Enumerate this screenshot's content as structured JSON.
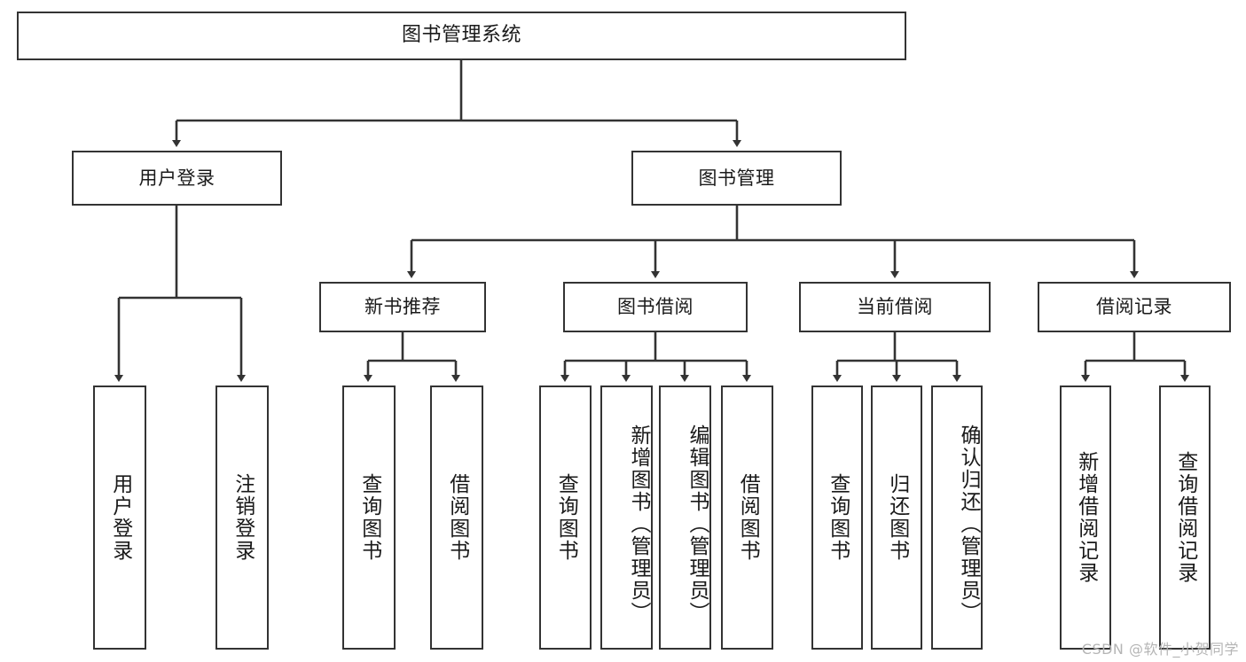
{
  "diagram": {
    "title": "图书管理系统",
    "watermark": "CSDN @软件_小贺同学",
    "root": {
      "label": "图书管理系统"
    },
    "level2": [
      {
        "label": "用户登录"
      },
      {
        "label": "图书管理"
      }
    ],
    "level3": [
      {
        "label": "新书推荐"
      },
      {
        "label": "图书借阅"
      },
      {
        "label": "当前借阅"
      },
      {
        "label": "借阅记录"
      }
    ],
    "leaves": {
      "user_login": [
        {
          "label": "用户登录"
        },
        {
          "label": "注销登录"
        }
      ],
      "new_book_recommend": [
        {
          "label": "查询图书"
        },
        {
          "label": "借阅图书"
        }
      ],
      "book_borrow": [
        {
          "label": "查询图书"
        },
        {
          "label": "新增图书（管理员）"
        },
        {
          "label": "编辑图书（管理员）"
        },
        {
          "label": "借阅图书"
        }
      ],
      "current_borrow": [
        {
          "label": "查询图书"
        },
        {
          "label": "归还图书"
        },
        {
          "label": "确认归还（管理员）"
        }
      ],
      "borrow_records": [
        {
          "label": "新增借阅记录"
        },
        {
          "label": "查询借阅记录"
        }
      ]
    },
    "colors": {
      "stroke": "#333333",
      "background": "#ffffff",
      "text": "#1a1a1a",
      "watermark": "#b5b5b5"
    }
  }
}
